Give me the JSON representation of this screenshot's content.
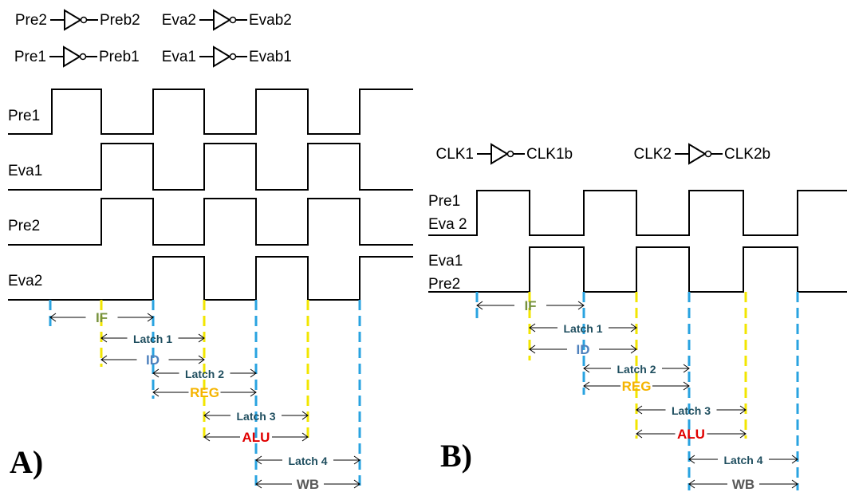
{
  "panelA": {
    "label": "A)",
    "gates": [
      {
        "in": "Pre2",
        "out": "Preb2"
      },
      {
        "in": "Eva2",
        "out": "Evab2"
      },
      {
        "in": "Pre1",
        "out": "Preb1"
      },
      {
        "in": "Eva1",
        "out": "Evab1"
      }
    ],
    "signals": [
      "Pre1",
      "Eva1",
      "Pre2",
      "Eva2"
    ],
    "stages": [
      {
        "label": "IF",
        "kind": "stage",
        "color": "#76923c"
      },
      {
        "label": "Latch 1",
        "kind": "latch"
      },
      {
        "label": "ID",
        "kind": "stage",
        "color": "#4f81bd"
      },
      {
        "label": "Latch 2",
        "kind": "latch"
      },
      {
        "label": "REG",
        "kind": "stage",
        "color": "#f5b400"
      },
      {
        "label": "Latch 3",
        "kind": "latch"
      },
      {
        "label": "ALU",
        "kind": "stage",
        "color": "#e00000"
      },
      {
        "label": "Latch 4",
        "kind": "latch"
      },
      {
        "label": "WB",
        "kind": "stage",
        "color": "#595959"
      }
    ]
  },
  "panelB": {
    "label": "B)",
    "gates": [
      {
        "in": "CLK1",
        "out": "CLK1b"
      },
      {
        "in": "CLK2",
        "out": "CLK2b"
      }
    ],
    "signals": [
      {
        "line1": "Pre1",
        "line2": "Eva 2"
      },
      {
        "line1": "Eva1",
        "line2": "Pre2"
      }
    ],
    "stages": [
      {
        "label": "IF",
        "kind": "stage",
        "color": "#76923c"
      },
      {
        "label": "Latch 1",
        "kind": "latch"
      },
      {
        "label": "ID",
        "kind": "stage",
        "color": "#4f81bd"
      },
      {
        "label": "Latch 2",
        "kind": "latch"
      },
      {
        "label": "REG",
        "kind": "stage",
        "color": "#f5b400"
      },
      {
        "label": "Latch 3",
        "kind": "latch"
      },
      {
        "label": "ALU",
        "kind": "stage",
        "color": "#e00000"
      },
      {
        "label": "Latch 4",
        "kind": "latch"
      },
      {
        "label": "WB",
        "kind": "stage",
        "color": "#595959"
      }
    ]
  },
  "colors": {
    "blue_marker": "#29a3e0",
    "yellow_marker": "#f2e600"
  }
}
